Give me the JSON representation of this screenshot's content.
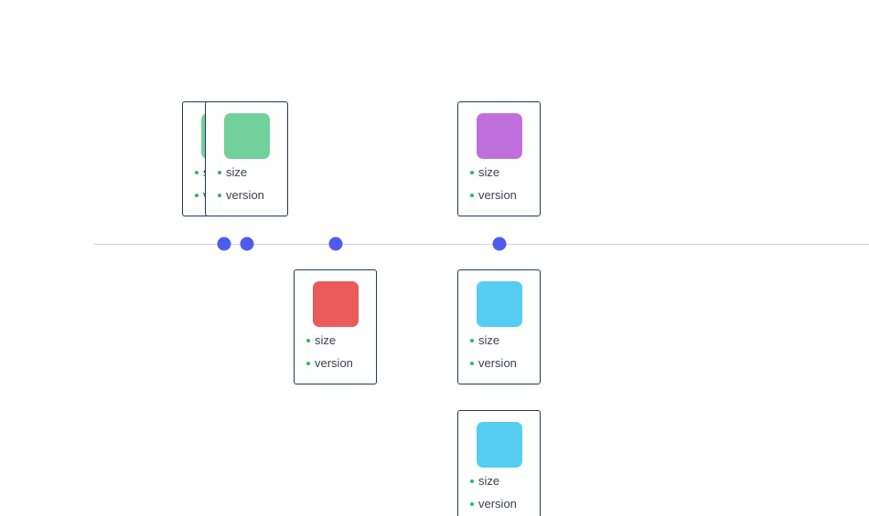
{
  "timeline": {
    "markers": [
      {
        "id": "m1"
      },
      {
        "id": "m2"
      },
      {
        "id": "m3"
      },
      {
        "id": "m4"
      }
    ],
    "cards": [
      {
        "id": "c1",
        "color": "#72d19a",
        "field1": "size",
        "field2": "version"
      },
      {
        "id": "c2",
        "color": "#72d19a",
        "field1": "size",
        "field2": "version"
      },
      {
        "id": "c3",
        "color": "#bf6fdc",
        "field1": "size",
        "field2": "version"
      },
      {
        "id": "c4",
        "color": "#ec5b5b",
        "field1": "size",
        "field2": "version"
      },
      {
        "id": "c5",
        "color": "#55cdf2",
        "field1": "size",
        "field2": "version"
      },
      {
        "id": "c6",
        "color": "#55cdf2",
        "field1": "size",
        "field2": "version"
      }
    ]
  }
}
